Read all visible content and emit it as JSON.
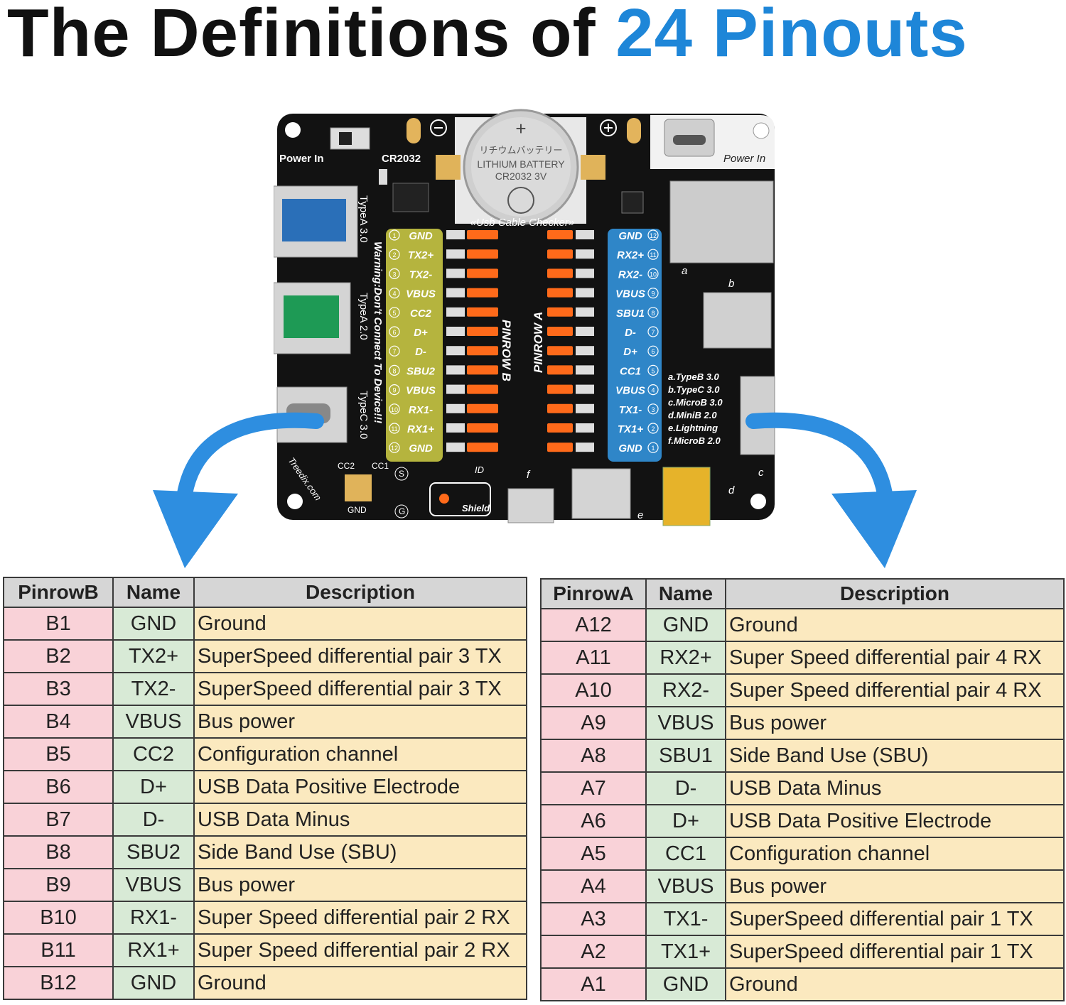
{
  "title": {
    "part1": "The Definitions of",
    "part2": "24 Pinouts"
  },
  "colors": {
    "accent": "#1e86d8",
    "pcb": "#121212",
    "pin_b": "#b5b43e",
    "pin_a": "#2f86c8",
    "led": "#ff6a1a"
  },
  "board": {
    "power_in_left": "Power In",
    "cr2032": "CR2032",
    "power_in_right": "Power In",
    "battery_line1": "リチウムバッテリー",
    "battery_line2": "LITHIUM BATTERY",
    "battery_line3": "CR2032  3V",
    "checker_label": "«Usb Cable Checker»",
    "typea30": "TypeA 3.0",
    "warning": "Warning:Don't Connect To Device!!!",
    "typea20": "TypeA 2.0",
    "typec30": "TypeC 3.0",
    "pinrow_b": "PINROW B",
    "pinrow_a": "PINROW A",
    "website": "Treedix.com",
    "gnd": "GND",
    "cc1": "CC1",
    "cc2": "CC2",
    "id": "ID",
    "shield": "Shield",
    "s_mark": "S",
    "g_mark": "G",
    "pins_b": [
      "GND",
      "TX2+",
      "TX2-",
      "VBUS",
      "CC2",
      "D+",
      "D-",
      "SBU2",
      "VBUS",
      "RX1-",
      "RX1+",
      "GND"
    ],
    "pins_a": [
      "GND",
      "RX2+",
      "RX2-",
      "VBUS",
      "SBU1",
      "D-",
      "D+",
      "CC1",
      "VBUS",
      "TX1-",
      "TX1+",
      "GND"
    ],
    "nums_b": [
      "1",
      "2",
      "3",
      "4",
      "5",
      "6",
      "7",
      "8",
      "9",
      "10",
      "11",
      "12"
    ],
    "nums_a": [
      "12",
      "11",
      "10",
      "9",
      "8",
      "7",
      "6",
      "5",
      "4",
      "3",
      "2",
      "1"
    ],
    "legend": [
      "a.TypeB 3.0",
      "b.TypeC 3.0",
      "c.MicroB 3.0",
      "d.MiniB 2.0",
      "e.Lightning",
      "f.MicroB 2.0"
    ],
    "port_letters": {
      "a": "a",
      "b": "b",
      "c": "c",
      "d": "d",
      "e": "e",
      "f": "f"
    }
  },
  "table_b": {
    "headers": [
      "PinrowB",
      "Name",
      "Description"
    ],
    "rows": [
      [
        "B1",
        "GND",
        "Ground"
      ],
      [
        "B2",
        "TX2+",
        "SuperSpeed differential pair 3 TX"
      ],
      [
        "B3",
        "TX2-",
        "SuperSpeed differential pair 3 TX"
      ],
      [
        "B4",
        "VBUS",
        "Bus power"
      ],
      [
        "B5",
        "CC2",
        "Configuration channel"
      ],
      [
        "B6",
        "D+",
        "USB Data Positive Electrode"
      ],
      [
        "B7",
        "D-",
        "USB Data Minus"
      ],
      [
        "B8",
        "SBU2",
        "Side Band Use (SBU)"
      ],
      [
        "B9",
        "VBUS",
        "Bus power"
      ],
      [
        "B10",
        "RX1-",
        "Super Speed differential pair 2 RX"
      ],
      [
        "B11",
        "RX1+",
        "Super Speed differential pair 2 RX"
      ],
      [
        "B12",
        "GND",
        "Ground"
      ]
    ]
  },
  "table_a": {
    "headers": [
      "PinrowA",
      "Name",
      "Description"
    ],
    "rows": [
      [
        "A12",
        "GND",
        "Ground"
      ],
      [
        "A11",
        "RX2+",
        "Super Speed differential pair 4 RX"
      ],
      [
        "A10",
        "RX2-",
        "Super Speed differential pair 4 RX"
      ],
      [
        "A9",
        "VBUS",
        "Bus power"
      ],
      [
        "A8",
        "SBU1",
        "Side Band Use (SBU)"
      ],
      [
        "A7",
        "D-",
        "USB Data Minus"
      ],
      [
        "A6",
        "D+",
        "USB Data Positive Electrode"
      ],
      [
        "A5",
        "CC1",
        "Configuration channel"
      ],
      [
        "A4",
        "VBUS",
        "Bus power"
      ],
      [
        "A3",
        "TX1-",
        "SuperSpeed differential pair 1 TX"
      ],
      [
        "A2",
        "TX1+",
        "SuperSpeed differential pair 1 TX"
      ],
      [
        "A1",
        "GND",
        "Ground"
      ]
    ]
  }
}
